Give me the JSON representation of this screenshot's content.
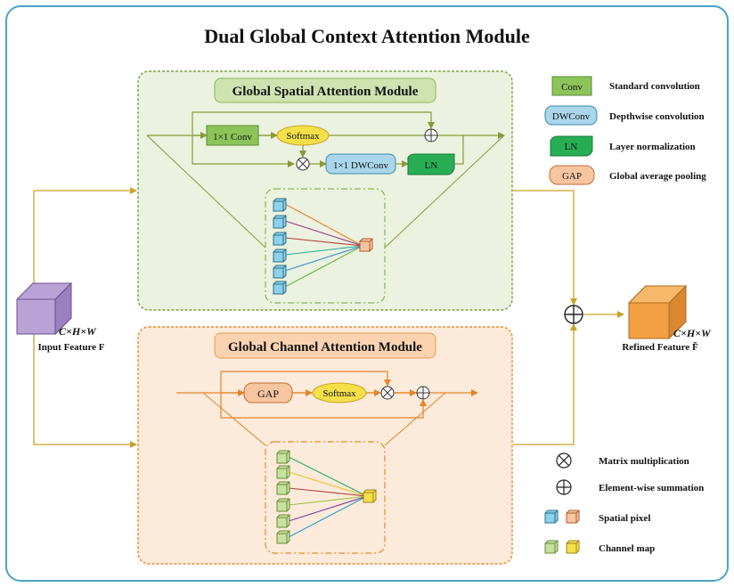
{
  "title": "Dual Global Context Attention Module",
  "spatial": {
    "title": "Global Spatial Attention Module",
    "conv": "1×1 Conv",
    "softmax": "Softmax",
    "dwconv": "1×1 DWConv",
    "ln": "LN"
  },
  "channel": {
    "title": "Global Channel Attention Module",
    "gap": "GAP",
    "softmax": "Softmax"
  },
  "input": {
    "dims": "C×H×W",
    "label": "Input Feature F"
  },
  "output": {
    "dims": "C×H×W",
    "label": "Refined Feature F̃"
  },
  "legend": [
    {
      "tag": "Conv",
      "text": "Standard convolution"
    },
    {
      "tag": "DWConv",
      "text": "Depthwise convolution"
    },
    {
      "tag": "LN",
      "text": "Layer normalization"
    },
    {
      "tag": "GAP",
      "text": "Global average pooling"
    }
  ],
  "legend_symbols": [
    {
      "text": "Matrix multiplication"
    },
    {
      "text": "Element-wise summation"
    },
    {
      "text": "Spatial pixel"
    },
    {
      "text": "Channel map"
    }
  ],
  "colors": {
    "frame": "#4aa3c8",
    "spatial_bg": "#ebf2df",
    "spatial_border": "#7fa04a",
    "channel_bg": "#fcebda",
    "channel_border": "#e68a2e",
    "conv": "#8cc45a",
    "dwconv": "#aad6ec",
    "ln": "#27ae55",
    "gap": "#f7c5a0",
    "softmax": "#f5e04a",
    "input_cube": "#b9a3d6",
    "output_cube": "#f2a043"
  }
}
